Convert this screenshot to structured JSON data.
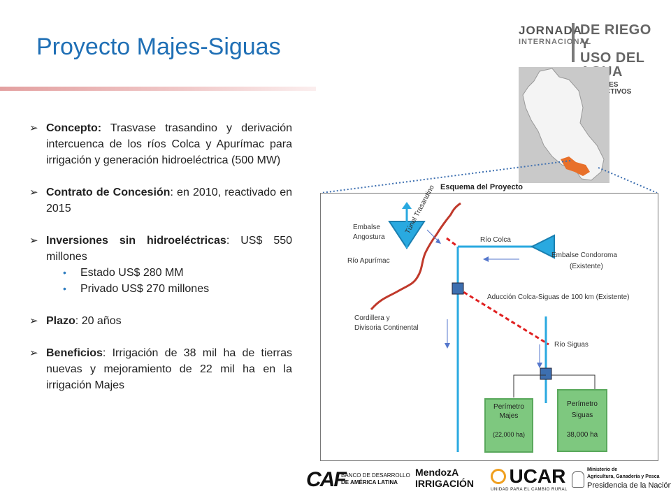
{
  "title": "Proyecto Majes-Siguas",
  "brand": {
    "line1": "JORNADA",
    "line2": "INTERNACIONAL",
    "line3": "DE RIEGO Y",
    "line4": "USO DEL AGUA",
    "line5": "CON FINES PRODUCTIVOS"
  },
  "bullets": [
    {
      "label": "Concepto:",
      "text": " Trasvase trasandino y derivación intercuenca de los ríos Colca y Apurímac para irrigación y generación hidroeléctrica (500 MW)"
    },
    {
      "label": "Contrato de Concesión",
      "text": ":  en 2010, reactivado en 2015"
    },
    {
      "label": "Inversiones sin hidroeléctricas",
      "text": ": US$ 550 millones"
    },
    {
      "label": "Plazo",
      "text": ": 20 años"
    },
    {
      "label": "Beneficios",
      "text": ": Irrigación de 38 mil ha de tierras  nuevas y mejoramiento de 22 mil ha en la irrigación Majes"
    }
  ],
  "subbullets": [
    "Estado US$ 280 MM",
    "Privado US$ 270 millones"
  ],
  "scheme": {
    "title": "Esquema del Proyecto",
    "labels": {
      "angostura": "Embalse\nAngostura",
      "apurimac": "Río Apurímac",
      "tunel": "Túnel Trasandino",
      "colca": "Río Colca",
      "condoroma": "Embalse  Condoroma",
      "condoroma_sub": "(Existente)",
      "aduccion": "Aducción Colca-Siguas de 100 km (Existente)",
      "cordillera": "Cordillera y\nDivisoria Continental",
      "siguas": "Río Siguas"
    },
    "majes": {
      "name": "Perímetro\nMajes",
      "area": "(22,000 ha)"
    },
    "siguas_box": {
      "name": "Perímetro\nSiguas",
      "area": "38,000 ha"
    }
  },
  "footer": {
    "caf_mark": "CAF",
    "caf_line1": "BANCO DE DESARROLLO",
    "caf_line2": "DE AMÉRICA LATINA",
    "mendoza1": "MendozA",
    "mendoza2": "IRRIGACIÓN",
    "ucar": "UCAR",
    "ucar_sub": "UNIDAD PARA EL CAMBIO RURAL",
    "min1": "Ministerio de",
    "min2": "Agricultura, Ganadería y Pesca",
    "min3": "Presidencia de la Nación"
  },
  "colors": {
    "title": "#1f6fb5",
    "water": "#29a9e0",
    "cordillera": "#c0392b",
    "tunnel": "#e02020",
    "box": "#7ec87f",
    "region": "#e8702a"
  }
}
